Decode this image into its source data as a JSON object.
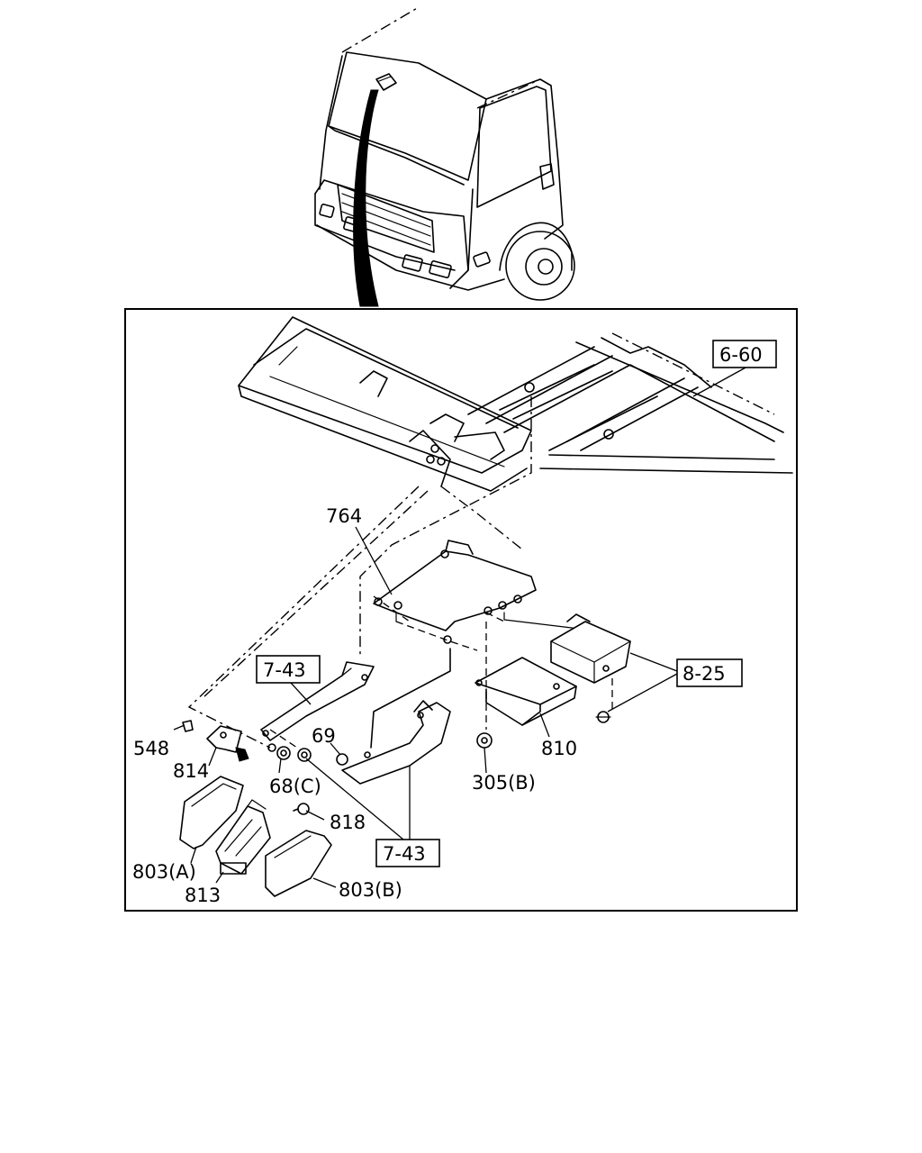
{
  "callouts": {
    "c_6_60": "6-60",
    "c_764": "764",
    "c_7_43_a": "7-43",
    "c_8_25": "8-25",
    "c_548": "548",
    "c_69": "69",
    "c_810": "810",
    "c_814": "814",
    "c_68c": "68(C)",
    "c_305b": "305(B)",
    "c_818": "818",
    "c_7_43_b": "7-43",
    "c_803a": "803(A)",
    "c_813": "813",
    "c_803b": "803(B)"
  }
}
